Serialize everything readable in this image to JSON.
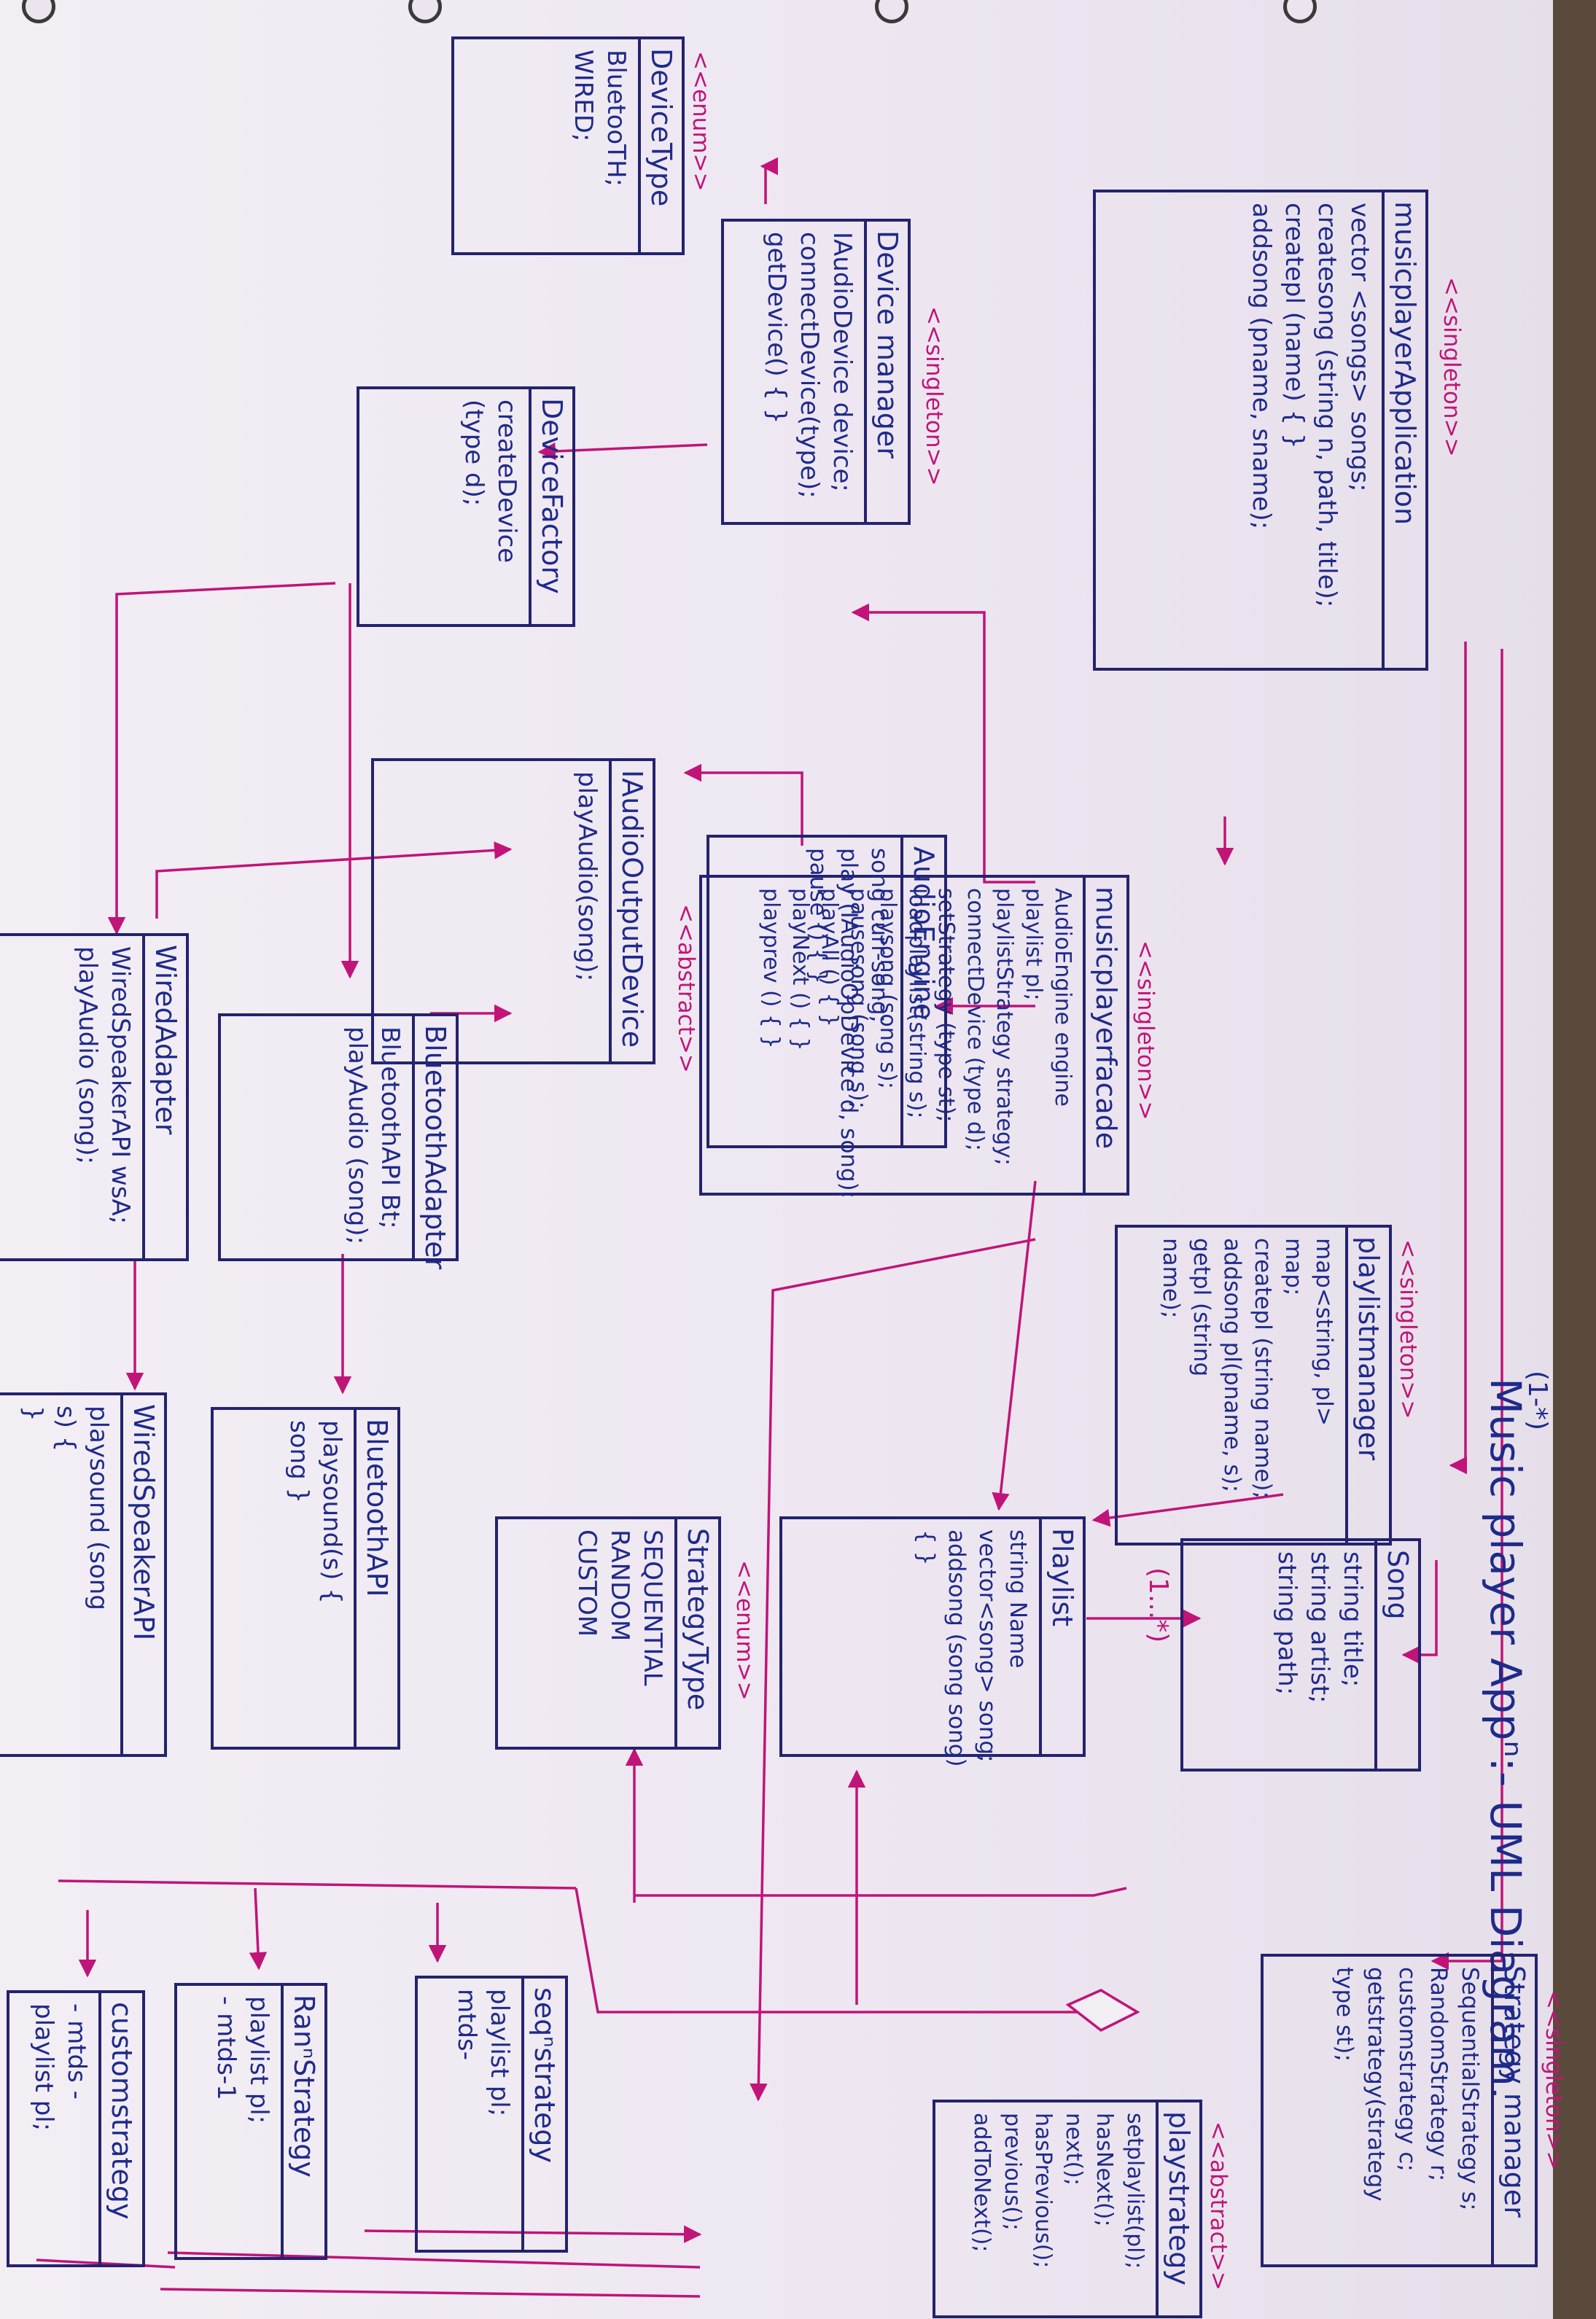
{
  "diagram": {
    "title": "Music player Appⁿ:- UML Diagram.",
    "multiplicities": {
      "app_to_playlist_manager": "(1-*)",
      "playlist_to_song": "(1...*)"
    },
    "classes": {
      "device_type": {
        "stereotype": "<<enum>>",
        "name": "DeviceType",
        "members": [
          "BluetooTH;",
          "WIRED;"
        ]
      },
      "music_player_application": {
        "stereotype": "<<singleton>>",
        "name": "musicplayerApplication",
        "members": [
          "vector <songs> songs;",
          "createsong (string n, path, title);",
          "createpl (name) { }",
          "addsong (pname, sname);"
        ]
      },
      "device_manager": {
        "stereotype": "<<singleton>>",
        "name": "Device manager",
        "members": [
          "IAudioDevice device;",
          "connectDevice(type);",
          "getDevice() { }"
        ]
      },
      "device_factory": {
        "name": "DeviceFactory",
        "members": [
          "createDevice",
          "(type d);"
        ]
      },
      "music_player_facade": {
        "stereotype": "<<singleton>>",
        "name": "musicplayerfacade",
        "members": [
          "AudioEngine engine",
          "playlist pl;",
          "playlistStrategy strategy;",
          "connectDevice (type d);",
          "setStrategy (type st);",
          "loadplaylist(string s);",
          "playsong (song s);",
          "pausesong (song s);",
          "playAll () { }",
          "playNext () { }",
          "playprev () { }"
        ]
      },
      "audio_engine": {
        "name": "AudioEngine",
        "members": [
          "song curr-song;",
          "play (IAudioOpDevice d, song);",
          "pause () { }"
        ]
      },
      "iaudio_output_device": {
        "stereotype": "<<abstract>>",
        "name": "IAudioOutputDevice",
        "members": [
          "playAudio(song);"
        ]
      },
      "playlist_manager": {
        "stereotype": "<<singleton>>",
        "name": "playlistmanager",
        "members": [
          "map<string, pl>",
          "map;",
          "createpl (string name);",
          "addsong pl(pname, s);",
          "getpl (string",
          "name);"
        ]
      },
      "song": {
        "name": "Song",
        "members": [
          "string title;",
          "string artist;",
          "string path;"
        ]
      },
      "playlist": {
        "name": "Playlist",
        "members": [
          "string Name",
          "vector<song> song;",
          "addsong (song song)",
          "{ }"
        ]
      },
      "strategy_type": {
        "stereotype": "<<enum>>",
        "name": "StrategyType",
        "members": [
          "SEQUENTIAL",
          "RANDOM",
          "CUSTOM"
        ]
      },
      "strategy_manager": {
        "stereotype": "<<singleton>>",
        "name": "Strategy manager",
        "members": [
          "SequentialStrategy s;",
          "RandomStrategy r;",
          "customstrategy c;",
          "getstrategy(strategy",
          "type st);"
        ]
      },
      "play_strategy": {
        "stereotype": "<<abstract>>",
        "name": "playstrategy",
        "members": [
          "setplaylist(pl);",
          "hasNext();",
          "next();",
          "hasPrevious();",
          "previous();",
          "addToNext();"
        ]
      },
      "seq_strategy": {
        "name": "seqⁿstrategy",
        "members": [
          "playlist pl;",
          "mtds-"
        ]
      },
      "random_strategy": {
        "name": "RanⁿStrategy",
        "members": [
          "playlist pl;",
          "- mtds-1"
        ]
      },
      "custom_strategy": {
        "name": "customstrategy",
        "members": [
          "- mtds -",
          "playlist pl;"
        ]
      },
      "bluetooth_adapter": {
        "name": "BluetoothAdapter",
        "members": [
          "BluetoothAPI Bt;",
          "playAudio (song);"
        ]
      },
      "wired_adapter": {
        "name": "WiredAdapter",
        "members": [
          "WiredSpeakerAPI wsA;",
          "playAudio (song);"
        ]
      },
      "bluetooth_api": {
        "name": "BluetoothAPI",
        "members": [
          "playsound(s) {",
          "song }"
        ]
      },
      "wired_speaker_api": {
        "name": "WiredSpeakerAPI",
        "members": [
          "playsound (song",
          "s) {",
          "}"
        ]
      }
    }
  },
  "colors": {
    "paper": "#ece4ef",
    "ink_blue": "#1f2a8a",
    "ink_pink": "#c01478"
  }
}
